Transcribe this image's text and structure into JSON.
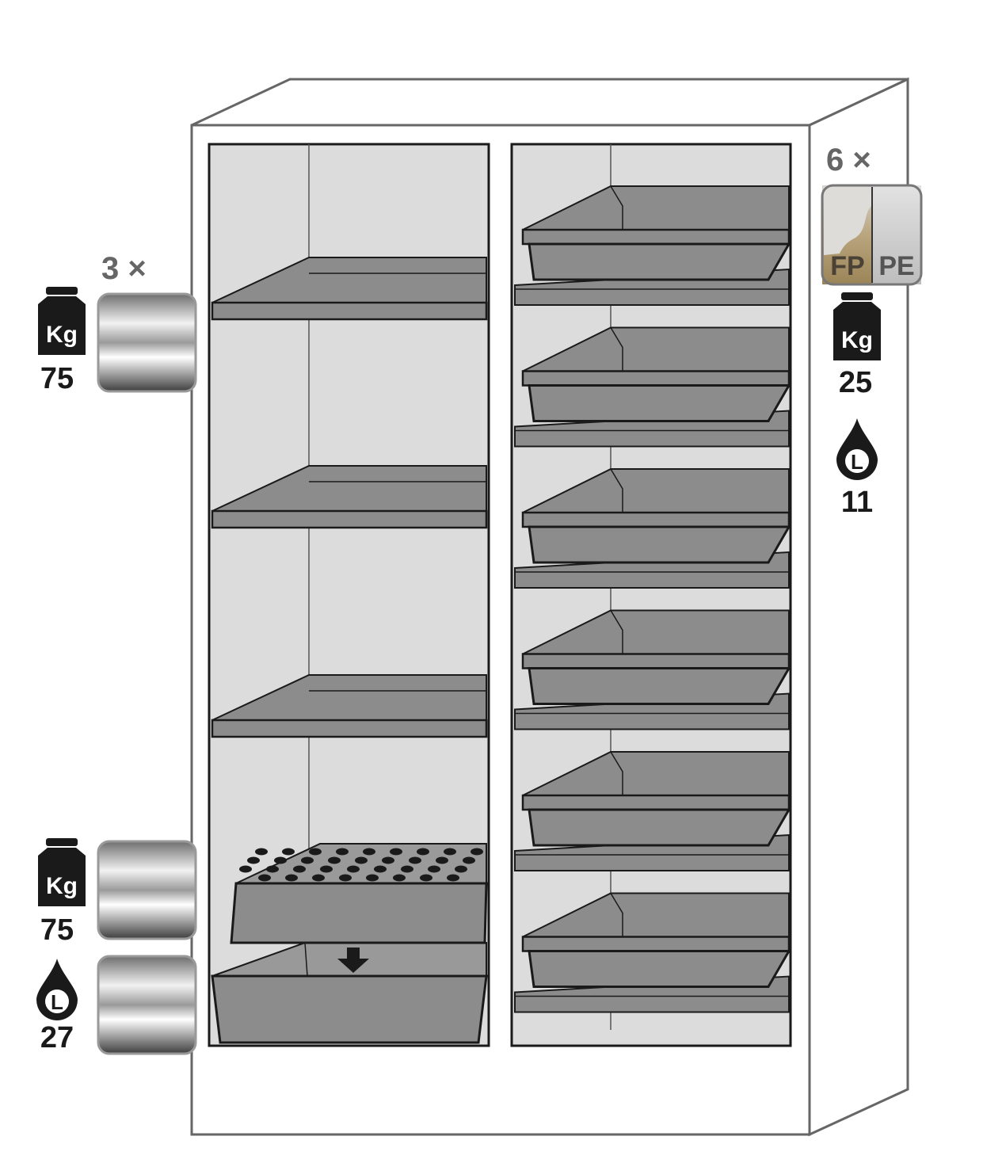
{
  "left_shelves": {
    "count_label": "3 ×",
    "weight_unit": "Kg",
    "max_load": "75"
  },
  "left_sump": {
    "weight_unit": "Kg",
    "max_load": "75",
    "volume_unit": "L",
    "volume": "27"
  },
  "right_trays": {
    "count_label": "6 ×",
    "material_a": "FP",
    "material_b": "PE",
    "weight_unit": "Kg",
    "max_load": "25",
    "volume_unit": "L",
    "volume": "11"
  },
  "colors": {
    "outline": "#1a1a1a",
    "cabinet_edge": "#666666",
    "interior": "#dcdcdc",
    "shelf": "#8c8c8c",
    "badge_text": "#666666"
  }
}
